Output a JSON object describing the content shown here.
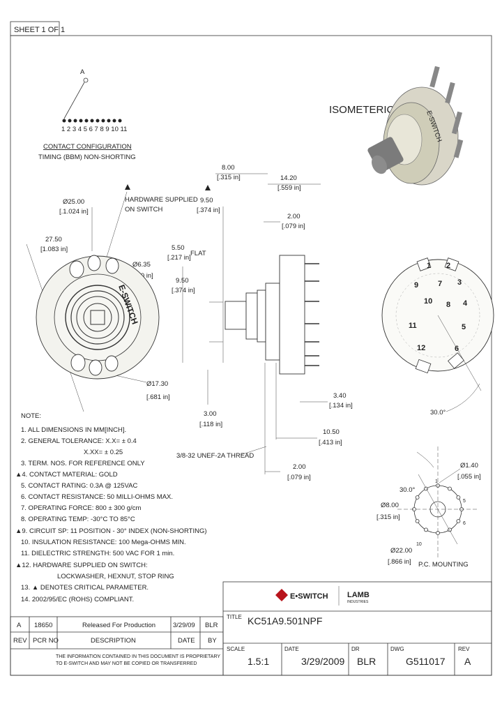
{
  "sheet": "SHEET 1 OF 1",
  "contact": {
    "pivot": "A",
    "numbers": "1 2 3 4 5 6 7 8 9 10 11",
    "config_title": "CONTACT CONFIGURATION",
    "timing": "TIMING (BBM) NON-SHORTING"
  },
  "isometric_label": "ISOMETERIC",
  "front": {
    "d25": "Ø25.00",
    "d25_in": "[.1.024 in]",
    "w27": "27.50",
    "w27_in": "[1.083 in]",
    "hw": "HARDWARE SUPPLIED",
    "hw2": "ON SWITCH",
    "d635": "Ø6.35",
    "d635_in": "[.250 in]",
    "d17": "Ø17.30",
    "d17_in": "[.681 in]",
    "brand": "E-SWITCH"
  },
  "side": {
    "d8": "8.00",
    "d8_in": "[.315 in]",
    "d1420": "14.20",
    "d1420_in": "[.559 in]",
    "d950a": "9.50",
    "d950a_in": "[.374 in]",
    "d2a": "2.00",
    "d2a_in": "[.079 in]",
    "flat": "FLAT",
    "d550": "5.50",
    "d550_in": "[.217 in]",
    "d950b": "9.50",
    "d950b_in": "[.374 in]",
    "d340": "3.40",
    "d340_in": "[.134 in]",
    "d300": "3.00",
    "d300_in": "[.118 in]",
    "d1050": "10.50",
    "d1050_in": "[.413 in]",
    "thread": "3/8-32 UNEF-2A THREAD",
    "d2b": "2.00",
    "d2b_in": "[.079 in]"
  },
  "rear": {
    "labels": [
      "1",
      "2",
      "3",
      "4",
      "5",
      "6",
      "7",
      "8",
      "9",
      "10",
      "11",
      "12"
    ],
    "angle": "30.0°"
  },
  "pcb": {
    "angle": "30.0°",
    "d140": "Ø1.40",
    "d140_in": "[.055 in]",
    "d8": "Ø8.00",
    "d8_in": "[.315 in]",
    "d22": "Ø22.00",
    "d22_in": "[.866 in]",
    "caption": "P.C. MOUNTING",
    "nums": [
      "1",
      "5",
      "6",
      "10"
    ]
  },
  "notes": {
    "title": "NOTE:",
    "lines": [
      "1. ALL DIMENSIONS IN MM[INCH].",
      "2. GENERAL TOLERANCE: X.X= ± 0.4",
      "X.XX= ± 0.25",
      "3. TERM. NOS. FOR REFERENCE ONLY",
      "▲4. CONTACT MATERIAL: GOLD",
      "5. CONTACT RATING: 0.3A @ 125VAC",
      "6. CONTACT RESISTANCE: 50 MILLI-OHMS MAX.",
      "7. OPERATING FORCE: 800 ± 300 g/cm",
      "8. OPERATING TEMP: -30°C TO 85°C",
      "▲9. CIRCUIT SP: 11 POSITION - 30° INDEX (NON-SHORTING)",
      "10. INSULATION RESISTANCE: 100 Mega-OHMS MIN.",
      "11. DIELECTRIC STRENGTH: 500 VAC FOR 1 min.",
      "▲12. HARDWARE SUPPLIED ON SWITCH:",
      "LOCKWASHER, HEXNUT, STOP RING",
      "13. ▲ DENOTES CRITICAL PARAMETER.",
      "14. 2002/95/EC (ROHS) COMPLIANT."
    ]
  },
  "revision": {
    "rev": "A",
    "pcr": "18650",
    "desc": "Released For Production",
    "date": "3/29/09",
    "by": "BLR",
    "h_rev": "REV",
    "h_pcr": "PCR NO",
    "h_desc": "DESCRIPTION",
    "h_date": "DATE",
    "h_by": "BY",
    "disclaimer1": "THE INFORMATION CONTAINED IN THIS DOCUMENT IS PROPRIETARY",
    "disclaimer2": "TO E-SWITCH AND MAY NOT BE COPIED OR TRANSFERRED"
  },
  "title_block": {
    "logo": "E•SWITCH",
    "lamb": "LAMB",
    "lamb_sub": "INDUSTRIES",
    "title_label": "TITLE",
    "title": "KC51A9.501NPF",
    "scale_label": "SCALE",
    "scale": "1.5:1",
    "date_label": "DATE",
    "date": "3/29/2009",
    "dr_label": "DR",
    "dr": "BLR",
    "dwg_label": "DWG",
    "dwg": "G511017",
    "rev_label": "REV",
    "rev": "A"
  }
}
